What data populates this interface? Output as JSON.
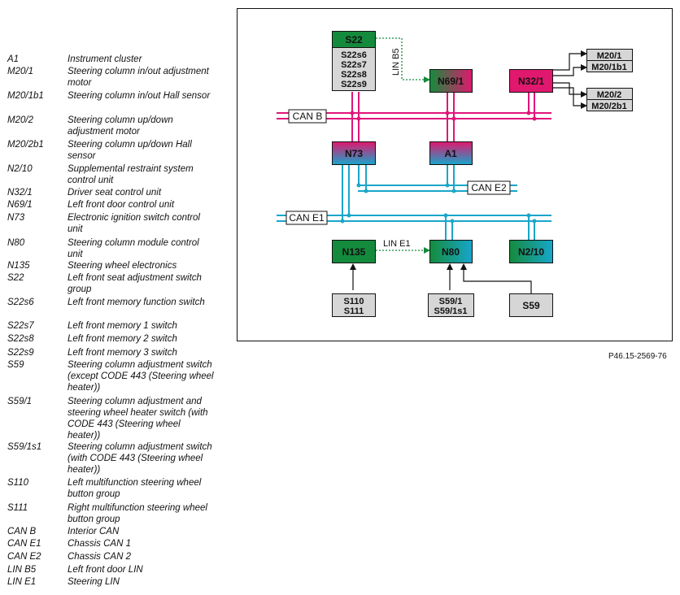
{
  "legend": [
    {
      "code": "A1",
      "desc": "Instrument cluster"
    },
    {
      "code": "M20/1",
      "desc": "Steering column in/out adjustment motor"
    },
    {
      "code": "M20/1b1",
      "desc": "Steering column in/out Hall sensor"
    },
    {
      "code": "M20/2",
      "desc": "Steering column up/down adjustment motor"
    },
    {
      "code": "M20/2b1",
      "desc": "Steering column up/down Hall sensor"
    },
    {
      "code": "N2/10",
      "desc": "Supplemental restraint system control unit"
    },
    {
      "code": "N32/1",
      "desc": "Driver seat control unit"
    },
    {
      "code": "N69/1",
      "desc": "Left front door control unit"
    },
    {
      "code": "N73",
      "desc": "Electronic ignition switch control unit"
    },
    {
      "code": "N80",
      "desc": "Steering column module control unit"
    },
    {
      "code": "N135",
      "desc": "Steering wheel electronics"
    },
    {
      "code": "S22",
      "desc": "Left front seat adjustment switch group"
    },
    {
      "code": "S22s6",
      "desc": "Left front memory function switch"
    },
    {
      "code": "S22s7",
      "desc": "Left front memory 1 switch"
    },
    {
      "code": "S22s8",
      "desc": "Left front memory 2 switch"
    },
    {
      "code": "S22s9",
      "desc": "Left front memory 3 switch"
    },
    {
      "code": "S59",
      "desc": "Steering column adjustment switch (except CODE 443 (Steering wheel heater))"
    },
    {
      "code": "S59/1",
      "desc": "Steering column adjustment and steering wheel heater switch (with CODE 443 (Steering wheel heater))"
    },
    {
      "code": "S59/1s1",
      "desc": "Steering column adjustment switch (with CODE 443 (Steering wheel heater))"
    },
    {
      "code": "S110",
      "desc": "Left multifunction steering wheel button group"
    },
    {
      "code": "S111",
      "desc": "Right multifunction steering wheel button group"
    },
    {
      "code": "CAN B",
      "desc": "Interior CAN"
    },
    {
      "code": "CAN E1",
      "desc": "Chassis CAN 1"
    },
    {
      "code": "CAN E2",
      "desc": "Chassis CAN 2"
    },
    {
      "code": "LIN B5",
      "desc": "Left front door LIN"
    },
    {
      "code": "LIN E1",
      "desc": "Steering LIN"
    }
  ],
  "diagram": {
    "nodes": {
      "s22_header": "S22",
      "s22_items": [
        "S22s6",
        "S22s7",
        "S22s8",
        "S22s9"
      ],
      "n69": "N69/1",
      "n32": "N32/1",
      "m20_1": [
        "M20/1",
        "M20/1b1"
      ],
      "m20_2": [
        "M20/2",
        "M20/2b1"
      ],
      "n73": "N73",
      "a1": "A1",
      "n135": "N135",
      "n80": "N80",
      "n210": "N2/10",
      "s110": [
        "S110",
        "S111"
      ],
      "s591": [
        "S59/1",
        "S59/1s1"
      ],
      "s59": "S59"
    },
    "buses": {
      "canb": "CAN B",
      "cane1": "CAN E1",
      "cane2": "CAN E2",
      "linb5": "LIN B5",
      "line1": "LIN E1"
    },
    "colors": {
      "canb": "#e0157a",
      "cane": "#1aa6c8",
      "lin": "#1a8f3c",
      "green_box": "#148a3c",
      "magenta_box": "#e0186e",
      "gray_box": "#d6d6d6"
    }
  },
  "reference": "P46.15-2569-76"
}
